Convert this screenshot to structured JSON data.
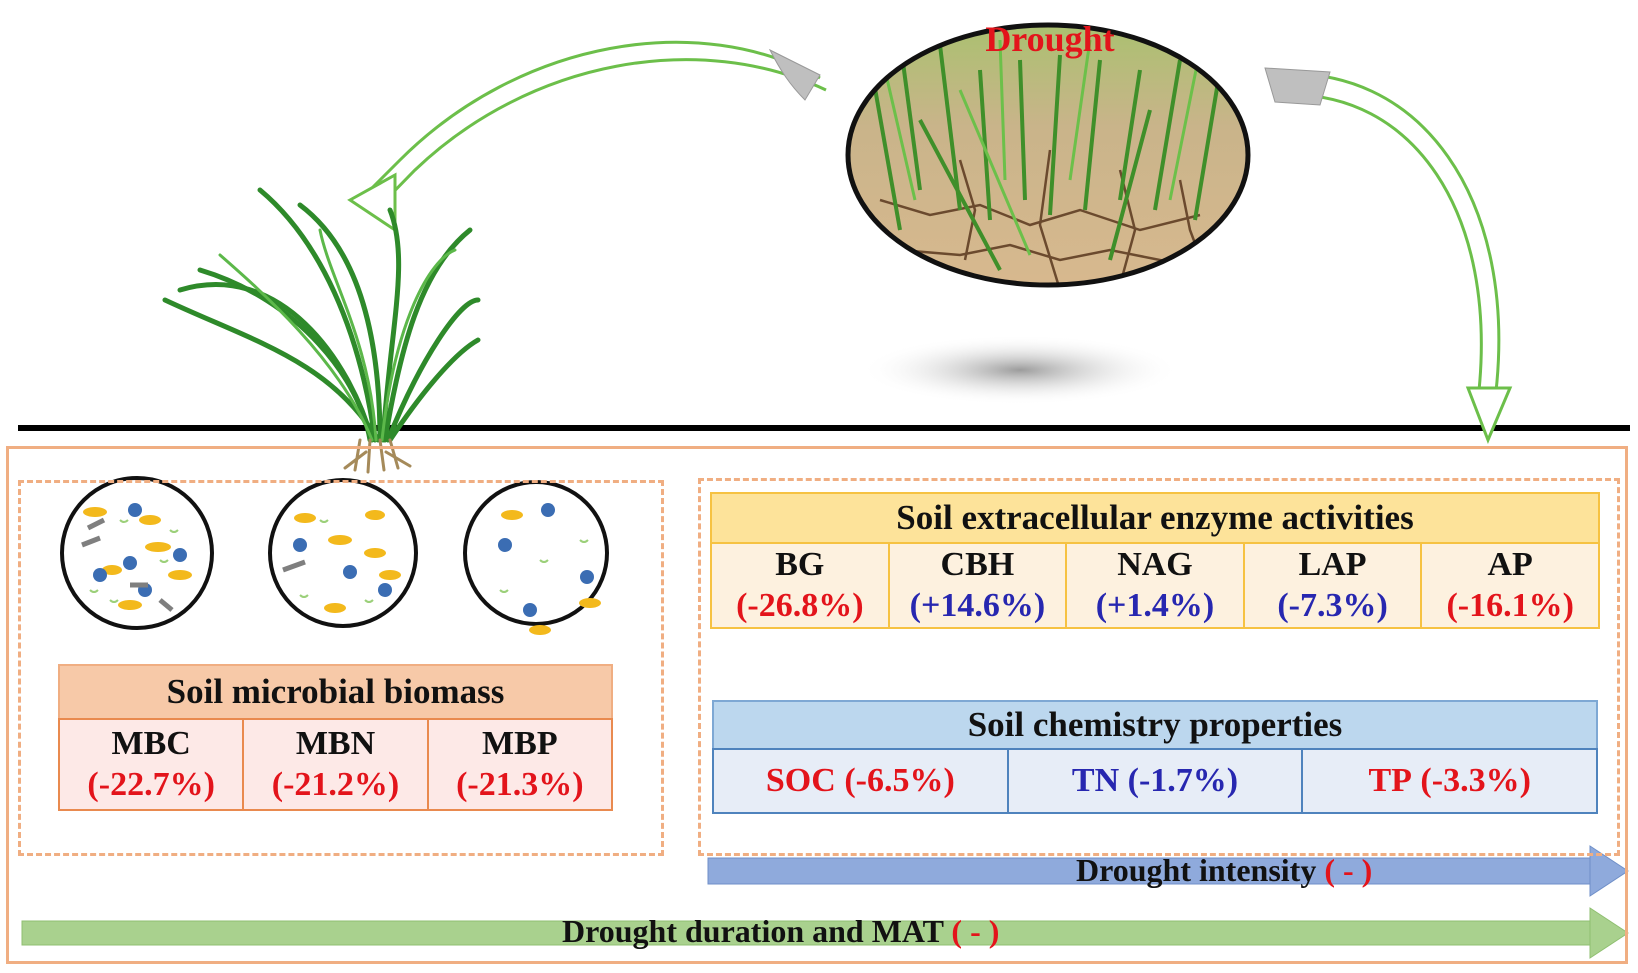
{
  "drought_label": "Drought",
  "biomass": {
    "title": "Soil microbial biomass",
    "cells": [
      {
        "name": "MBC",
        "value": "(-22.7%)",
        "sign": "negative"
      },
      {
        "name": "MBN",
        "value": "(-21.2%)",
        "sign": "negative"
      },
      {
        "name": "MBP",
        "value": "(-21.3%)",
        "sign": "negative"
      }
    ]
  },
  "enzyme": {
    "title": "Soil extracellular enzyme activities",
    "cells": [
      {
        "name": "BG",
        "value": "(-26.8%)",
        "sign": "negative"
      },
      {
        "name": "CBH",
        "value": "(+14.6%)",
        "sign": "positive"
      },
      {
        "name": "NAG",
        "value": "(+1.4%)",
        "sign": "positive"
      },
      {
        "name": "LAP",
        "value": "(-7.3%)",
        "sign": "positive"
      },
      {
        "name": "AP",
        "value": "(-16.1%)",
        "sign": "negative"
      }
    ]
  },
  "chemistry": {
    "title": "Soil chemistry properties",
    "cells": [
      {
        "name": "SOC",
        "value": "(-6.5%)",
        "sign": "negative"
      },
      {
        "name": "TN",
        "value": "(-1.7%)",
        "sign": "positive"
      },
      {
        "name": "TP",
        "value": "(-3.3%)",
        "sign": "negative"
      }
    ]
  },
  "arrows": {
    "intensity": {
      "label": "Drought intensity",
      "sign": "( - )"
    },
    "duration": {
      "label": "Drought duration and MAT",
      "sign": "( - )"
    }
  },
  "colors": {
    "negative": "#e3141b",
    "positive": "#2727b0",
    "frame": "#f0ae82",
    "intensity_arrow": "#8faadc",
    "duration_arrow": "#a9d18e"
  }
}
